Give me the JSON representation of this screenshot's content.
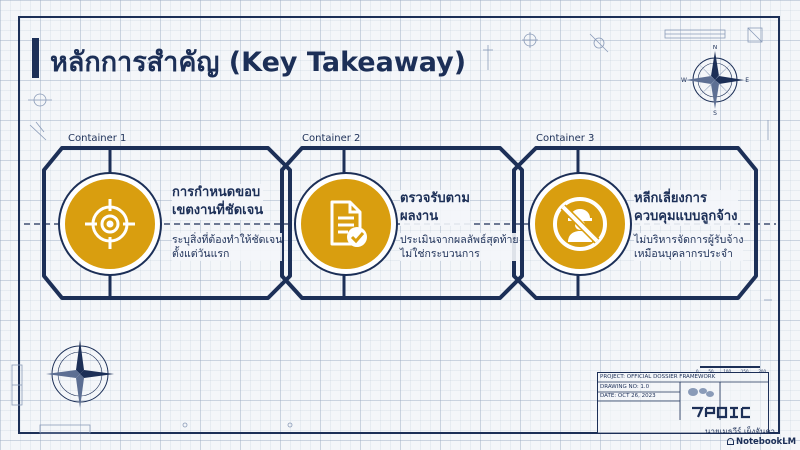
{
  "slide": {
    "title": "หลักการสำคัญ (Key Takeaway)"
  },
  "containers": [
    {
      "label": "Container 1",
      "title_lines": [
        "การกำหนดขอบ",
        "เขตงานที่ชัดเจน"
      ],
      "desc_lines": [
        "ระบุสิ่งที่ต้องทำให้ชัดเจน",
        "ตั้งแต่วันแรก"
      ],
      "icon": "target-crosshair-icon"
    },
    {
      "label": "Container 2",
      "title_lines": [
        "ตรวจรับตาม",
        "ผลงาน"
      ],
      "desc_lines": [
        "ประเมินจากผลลัพธ์สุดท้าย",
        "ไม่ใช่กระบวนการ"
      ],
      "icon": "document-check-icon"
    },
    {
      "label": "Container 3",
      "title_lines": [
        "หลีกเลี่ยงการ",
        "ควบคุมแบบลูกจ้าง"
      ],
      "desc_lines": [
        "ไม่บริหารจัดการผู้รับจ้าง",
        "เหมือนบุคลากรประจำ"
      ],
      "icon": "no-worker-icon"
    }
  ],
  "compass": {
    "n": "N",
    "e": "E",
    "w": "W",
    "s": "S"
  },
  "title_block": {
    "project": "PROJECT: OFFICIAL DOSSIER FRAMEWORK",
    "drawing": "DRAWING NO: 1.0",
    "date": "DATE: OCT 26, 2023",
    "scale_marks": [
      "0",
      "50",
      "100",
      "150",
      "200"
    ]
  },
  "author": "นายเมธวีร์ เผ็งจันดา",
  "brand": "NotebookLM",
  "colors": {
    "navy": "#1c2f57",
    "gold": "#d99e0f",
    "paper": "#f4f6f9"
  }
}
